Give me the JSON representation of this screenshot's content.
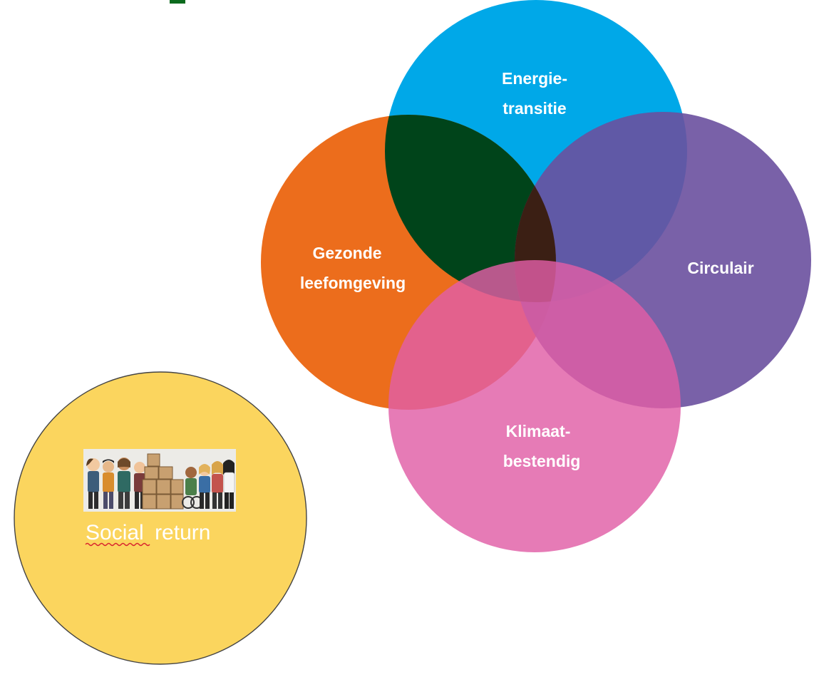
{
  "diagram": {
    "colors": {
      "energie": "#00a8e8",
      "gezond": "#ec6d1c",
      "circulair": "#6a509f",
      "klimaat": "#e05ea6",
      "overlap_energie_gezond": "#00441a",
      "center": "#3b1f14",
      "social_fill": "#fbd55e",
      "social_stroke": "#444444",
      "top_accent": "#0b6a1d"
    },
    "circles": {
      "energie": {
        "label_line1": "Energie-",
        "label_line2": "transitie"
      },
      "gezond": {
        "label_line1": "Gezonde",
        "label_line2": "leefomgeving"
      },
      "circulair": {
        "label": "Circulair"
      },
      "klimaat": {
        "label_line1": "Klimaat-",
        "label_line2": "bestendig"
      }
    },
    "social_return": {
      "word1": "Social",
      "word2": "return",
      "image_description_icon": "people-with-boxes-illustration"
    }
  }
}
